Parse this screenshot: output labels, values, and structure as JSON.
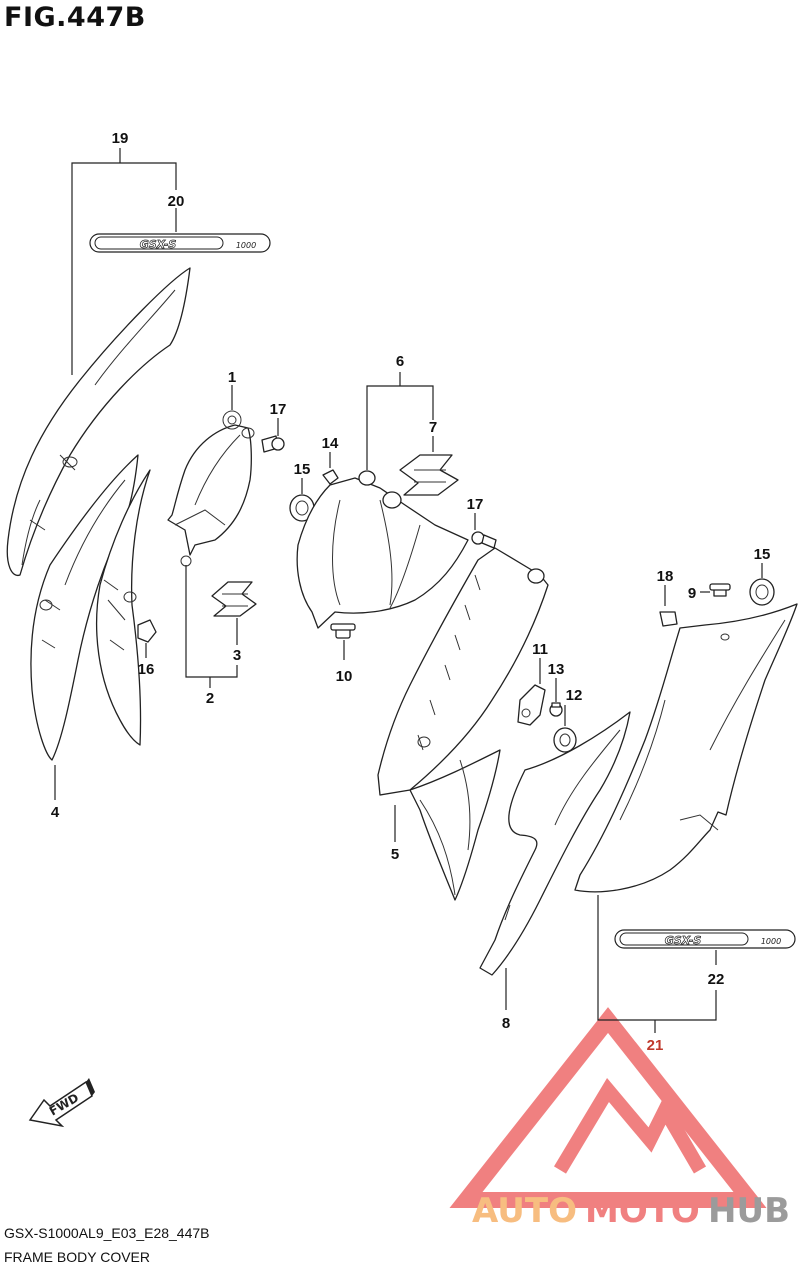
{
  "figure": {
    "title": "FIG.447B"
  },
  "footer": {
    "model_code": "GSX-S1000AL9_E03_E28_447B",
    "section_name": "FRAME BODY COVER"
  },
  "direction_arrow": {
    "label": "FWD"
  },
  "emblems": {
    "decal_text": "GSX-S",
    "decal_suffix": "1000"
  },
  "callouts": {
    "p1": "1",
    "p2": "2",
    "p3": "3",
    "p4": "4",
    "p5": "5",
    "p6": "6",
    "p7": "7",
    "p8": "8",
    "p9": "9",
    "p10": "10",
    "p11": "11",
    "p12": "12",
    "p13": "13",
    "p14": "14",
    "p15a": "15",
    "p15b": "15",
    "p16": "16",
    "p17a": "17",
    "p17b": "17",
    "p18": "18",
    "p19": "19",
    "p20": "20",
    "p21": "21",
    "p22": "22"
  },
  "watermark": {
    "part1": "AUTO",
    "part2": "MOTO",
    "part3": "HUB"
  },
  "colors": {
    "watermark_orange": "#f6b26b",
    "watermark_red": "#ee6b6b",
    "watermark_gray": "#8a8a8a",
    "callout_red": "#c0392b"
  }
}
